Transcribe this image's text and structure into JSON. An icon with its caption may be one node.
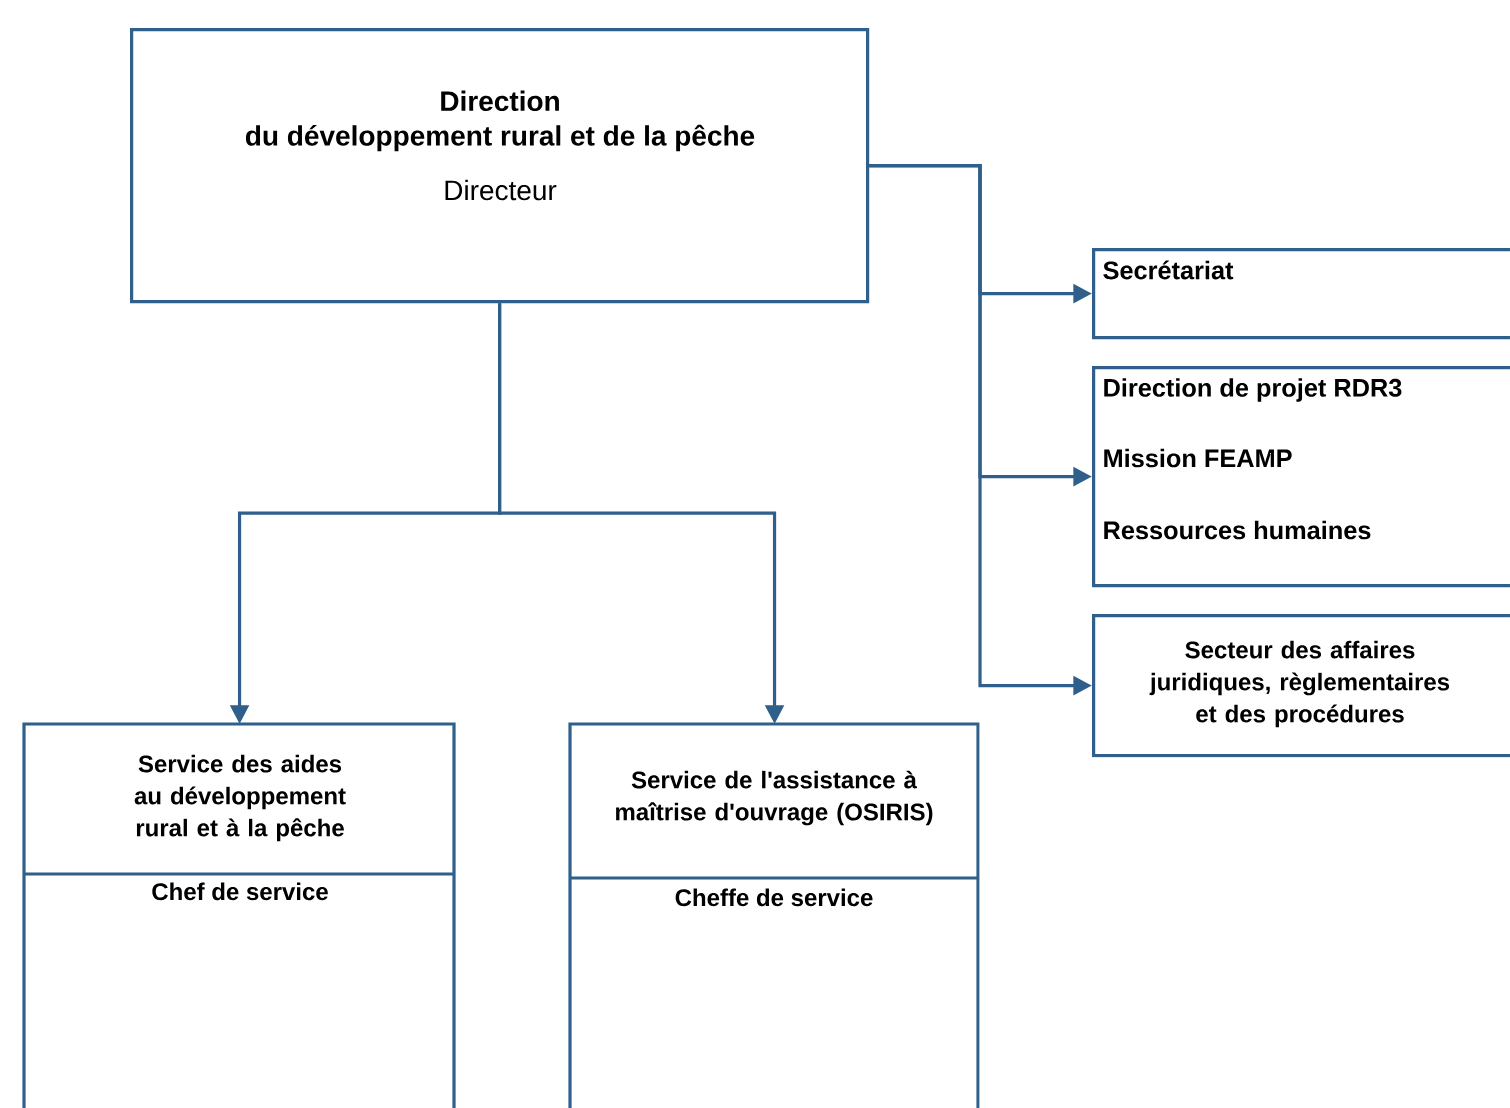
{
  "diagram": {
    "nodes": [
      {
        "text": [
          "Direction du développement rural et de la pêche",
          "Directeur"
        ]
      },
      {
        "text": [
          "Secrétariat"
        ]
      },
      {
        "text": [
          "Direction de projet RDR3",
          "Mission FEAMP",
          "Ressources humaines"
        ]
      },
      {
        "text": [
          "Secteur des affaires juridiques, règlementaires et des procédures"
        ]
      },
      {
        "text": [
          "Service des aides au développement rural et à la pêche",
          "Chef de service"
        ]
      },
      {
        "text": [
          "Service de l'assistance à maîtrise d'ouvrage (OSIRIS)",
          "Cheffe de service"
        ]
      }
    ],
    "edges": [
      {
        "from": 0,
        "to": 1,
        "arrow": "to"
      },
      {
        "from": 0,
        "to": 2,
        "arrow": "to"
      },
      {
        "from": 0,
        "to": 3,
        "arrow": "to"
      },
      {
        "from": 0,
        "to": 4,
        "arrow": "to"
      },
      {
        "from": 0,
        "to": 5,
        "arrow": "to"
      }
    ]
  }
}
